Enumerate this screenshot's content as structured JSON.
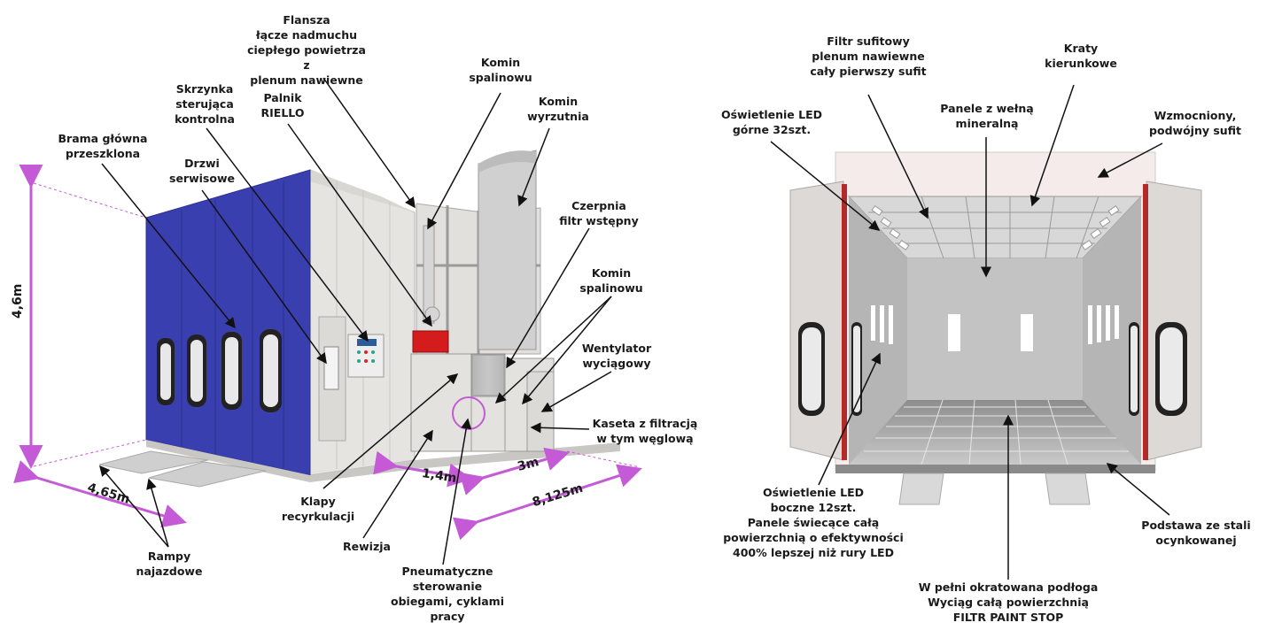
{
  "left_diagram": {
    "labels": {
      "flansza": "Flansza\nłącze nadmuchu\nciepłego powietrza z\nplenum nawiewne",
      "komin_spalinowu_top": "Komin\nspalinowu",
      "skrzynka": "Skrzynka\nsterująca\nkontrolna",
      "palnik": "Palnik\nRIELLO",
      "komin_wyrzutnia": "Komin\nwyrzutnia",
      "brama": "Brama główna\nprzeszklona",
      "drzwi": "Drzwi\nserwisowe",
      "czerpnia": "Czerpnia\nfiltr wstępny",
      "komin_spalinowu_mid": "Komin\nspalinowu",
      "wentylator": "Wentylator\nwyciągowy",
      "kaseta": "Kaseta z filtracją\nw tym węglową",
      "klapy": "Klapy\nrecyrkulacji",
      "rewizja": "Rewizja",
      "pneumatyczne": "Pneumatyczne\nsterowanie\nobiegami, cyklami\npracy",
      "rampy": "Rampy\nnajazdowe"
    },
    "dimensions": {
      "height": "4,6m",
      "width": "4,65m",
      "d1": "1,4m",
      "d2": "3m",
      "length": "8,125m"
    }
  },
  "right_diagram": {
    "labels": {
      "filtr_sufitowy": "Filtr sufitowy\nplenum nawiewne\ncały pierwszy sufit",
      "kraty": "Kraty\nkierunkowe",
      "oswietlenie_gorne": "Oświetlenie LED\ngórne 32szt.",
      "panele_welna": "Panele z wełną\nmineralną",
      "wzmocniony": "Wzmocniony,\npodwójny sufit",
      "oswietlenie_boczne": "Oświetlenie LED\nboczne 12szt.\nPanele świecące całą\npowierzchnią o efektywności\n400% lepszej niż rury LED",
      "podstawa": "Podstawa ze stali\nocynkowanej",
      "podloga": "W pełni okratowana podłoga\nWyciąg całą powierzchnią\nFILTR PAINT STOP"
    }
  },
  "colors": {
    "accent": "#c45ad6",
    "booth_blue": "#3a3fb0",
    "panel_light": "#e9e6e3",
    "burner_red": "#d41c1c",
    "door_red": "#b22a2a"
  }
}
